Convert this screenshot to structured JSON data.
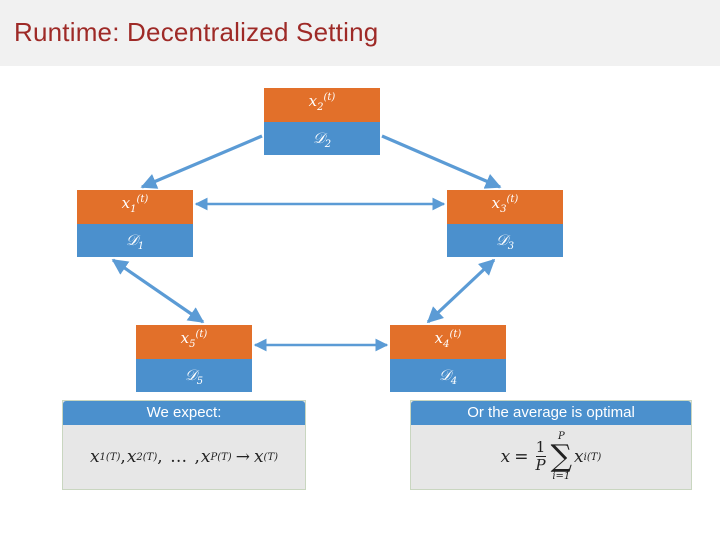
{
  "slide": {
    "title": "Runtime: Decentralized Setting",
    "title_color": "#9E2A27",
    "background": "#FFFFFF",
    "title_band_color": "#F1F1F1"
  },
  "palette": {
    "node_top": "#E2702A",
    "node_bottom": "#4B90CD",
    "arrow": "#5B9BD5",
    "callout_header": "#4B90CD",
    "callout_body": "#E7E7E7"
  },
  "graph": {
    "type": "decentralized-network",
    "nodes": [
      {
        "id": "node-1",
        "iterate": "x",
        "iterate_sub": "1",
        "iterate_sup": "(t)",
        "dataset": "𝒟",
        "dataset_sub": "1"
      },
      {
        "id": "node-2",
        "iterate": "x",
        "iterate_sub": "2",
        "iterate_sup": "(t)",
        "dataset": "𝒟",
        "dataset_sub": "2"
      },
      {
        "id": "node-3",
        "iterate": "x",
        "iterate_sub": "3",
        "iterate_sup": "(t)",
        "dataset": "𝒟",
        "dataset_sub": "3"
      },
      {
        "id": "node-4",
        "iterate": "x",
        "iterate_sub": "4",
        "iterate_sup": "(t)",
        "dataset": "𝒟",
        "dataset_sub": "4"
      },
      {
        "id": "node-5",
        "iterate": "x",
        "iterate_sub": "5",
        "iterate_sup": "(t)",
        "dataset": "𝒟",
        "dataset_sub": "5"
      }
    ],
    "edges": [
      {
        "from": "node-2",
        "to": "node-1",
        "style": "single"
      },
      {
        "from": "node-2",
        "to": "node-3",
        "style": "single"
      },
      {
        "from": "node-1",
        "to": "node-3",
        "style": "double"
      },
      {
        "from": "node-1",
        "to": "node-5",
        "style": "double"
      },
      {
        "from": "node-3",
        "to": "node-4",
        "style": "double"
      },
      {
        "from": "node-5",
        "to": "node-4",
        "style": "double"
      }
    ]
  },
  "callouts": {
    "expect": {
      "caption": "We expect:",
      "formula": {
        "term1_base": "x",
        "term1_sub": "1",
        "term1_sup": "(T)",
        "term2_base": "x",
        "term2_sub": "2",
        "term2_sup": "(T)",
        "dots": ", … ,",
        "termp_base": "x",
        "termp_sub": "P",
        "termp_sup": "(T)",
        "arrow": "→",
        "limit_base": "x",
        "limit_sup": "(T)",
        "comma": ","
      }
    },
    "average": {
      "caption": "Or the average is optimal",
      "formula": {
        "lhs": "x",
        "equals": "=",
        "frac_num": "1",
        "frac_den": "P",
        "sigma": "∑",
        "sigma_upper": "P",
        "sigma_lower": "i=1",
        "term_base": "x",
        "term_sub": "i",
        "term_sup": "(T)"
      }
    }
  }
}
